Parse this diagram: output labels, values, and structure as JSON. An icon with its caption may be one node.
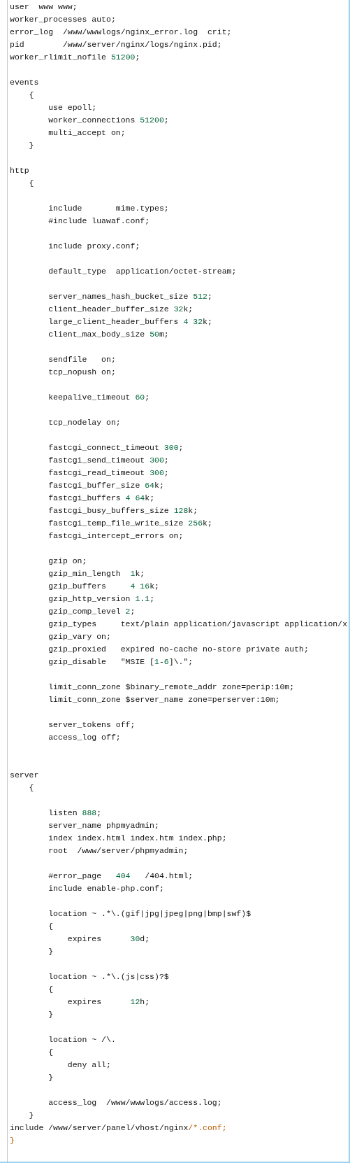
{
  "diagram": {
    "labels": [
      "user  www www;",
      "worker_processes auto;",
      "error_log  /www/wwwlogs/nginx_error.log  crit;",
      "pid        /www/server/nginx/logs/nginx.pid;",
      "worker_rlimit_nofile 51200;",
      "events",
      "{",
      "use epoll;",
      "worker_connections 51200;",
      "multi_accept on;",
      "}",
      "http",
      "{",
      "include       mime.types;",
      "#include luawaf.conf;",
      "include proxy.conf;",
      "default_type  application/octet-stream;",
      "server_names_hash_bucket_size 512;",
      "client_header_buffer_size 32k;",
      "large_client_header_buffers 4 32k;",
      "client_max_body_size 50m;",
      "sendfile   on;",
      "tcp_nopush on;",
      "keepalive_timeout 60;",
      "tcp_nodelay on;",
      "fastcgi_connect_timeout 300;",
      "fastcgi_send_timeout 300;",
      "fastcgi_read_timeout 300;",
      "fastcgi_buffer_size 64k;",
      "fastcgi_buffers 4 64k;",
      "fastcgi_busy_buffers_size 128k;",
      "fastcgi_temp_file_write_size 256k;",
      "fastcgi_intercept_errors on;",
      "gzip on;",
      "gzip_min_length  1k;",
      "gzip_buffers     4 16k;",
      "gzip_http_version 1.1;",
      "gzip_comp_level 2;",
      "gzip_types     text/plain application/javascript application/x",
      "gzip_vary on;",
      "gzip_proxied   expired no-cache no-store private auth;",
      "gzip_disable   \"MSIE [1-6]\\.\";",
      "limit_conn_zone $binary_remote_addr zone=perip:10m;",
      "limit_conn_zone $server_name zone=perserver:10m;",
      "server_tokens off;",
      "access_log off;",
      "server",
      "{",
      "listen 888;",
      "server_name phpmyadmin;",
      "index index.html index.htm index.php;",
      "root  /www/server/phpmyadmin;",
      "#error_page   404   /404.html;",
      "include enable-php.conf;",
      "location ~ .*\\.(gif|jpg|jpeg|png|bmp|swf)$",
      "{",
      "expires      30d;",
      "}",
      "location ~ .*\\.(js|css)?$",
      "{",
      "expires      12h;",
      "}",
      "location ~ /\\.",
      "{",
      "deny all;",
      "}",
      "access_log  /www/wwwlogs/access.log;",
      "}",
      "include /www/server/panel/vhost/nginx/*.conf;",
      "}"
    ]
  }
}
